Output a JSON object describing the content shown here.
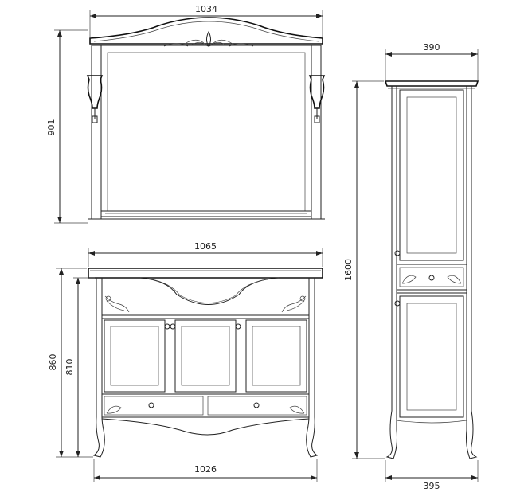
{
  "dimensions": {
    "mirror_width": "1034",
    "mirror_height": "901",
    "vanity_top_width": "1065",
    "vanity_height_total": "860",
    "vanity_height_body": "810",
    "vanity_base_width": "1026",
    "cabinet_top_width": "390",
    "cabinet_height": "1600",
    "cabinet_base_width": "395"
  }
}
